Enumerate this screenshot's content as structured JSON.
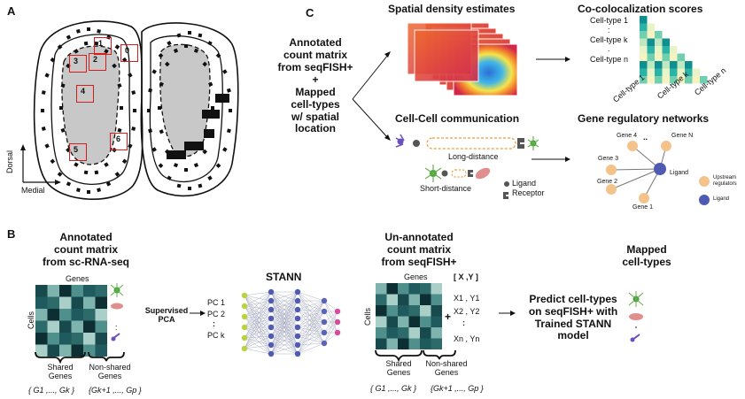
{
  "panels": {
    "a": "A",
    "b": "B",
    "c": "C"
  },
  "panel_a": {
    "regions": [
      "0",
      "1",
      "2",
      "3",
      "4",
      "5",
      "6"
    ],
    "axis_dorsal": "Dorsal",
    "axis_medial": "Medial"
  },
  "panel_c": {
    "input_label": "Annotated\ncount matrix\nfrom seqFISH+",
    "plus": "+",
    "mapped_label": "Mapped\ncell-types\nw/ spatial\nlocation",
    "density_title": "Spatial density estimates",
    "coloc_title": "Co-colocalization scores",
    "coloc_rows": [
      "Cell-type 1",
      ":",
      "Cell-type k",
      ".",
      "Cell-type n"
    ],
    "coloc_cols": [
      "Cell-type 1",
      "Cell-type k",
      "Cell-type n"
    ],
    "comm_title": "Cell-Cell communication",
    "long_distance": "Long-distance",
    "short_distance": "Short-distance",
    "ligand_legend": "Ligand",
    "receptor_legend": "Receptor",
    "grn_title": "Gene regulatory networks",
    "grn_nodes": [
      "Gene 4",
      "Gene N",
      "Gene 3",
      "Gene 2",
      "Gene 1",
      "Ligand"
    ],
    "grn_dots": "..",
    "grn_legend_upstream": "Upstream\nregulators",
    "grn_legend_ligand": "Ligand"
  },
  "panel_b": {
    "sc_title": "Annotated\ncount matrix\nfrom sc-RNA-seq",
    "genes": "Genes",
    "cells": "Cells",
    "vdots": ":",
    "shared_genes": "Shared\nGenes",
    "nonshared_genes": "Non-shared\nGenes",
    "gene_set_shared": "{ G1 ,..., Gk }",
    "gene_set_nonshared": "{Gk+1 ,..., Gp }",
    "supervised_pca": "Supervised\nPCA",
    "pcs": [
      "PC 1",
      "PC 2",
      ":",
      "PC k"
    ],
    "stann": "STANN",
    "unannotated_title": "Un-annotated\ncount matrix\nfrom seqFISH+",
    "xy_header": "[ X ,Y ]",
    "coords": [
      "X1 , Y1",
      "X2 , Y2",
      ":",
      "Xn , Yn"
    ],
    "plus": "+",
    "predict_label": "Predict cell-types\non seqFISH+ with\nTrained STANN\nmodel",
    "mapped_title": "Mapped\ncell-types"
  },
  "colors": {
    "region_box": "#d21e1e",
    "tissue_fill": "#c8c8c8",
    "upstream_node": "#f4c38c",
    "ligand_node": "#4f5bb3",
    "comm_dashed": "#e8a23a",
    "heatmap_dark": "#17494d",
    "nn_green": "#b8d43c",
    "nn_blue": "#4f5bb3",
    "nn_pink": "#d64b9a"
  }
}
